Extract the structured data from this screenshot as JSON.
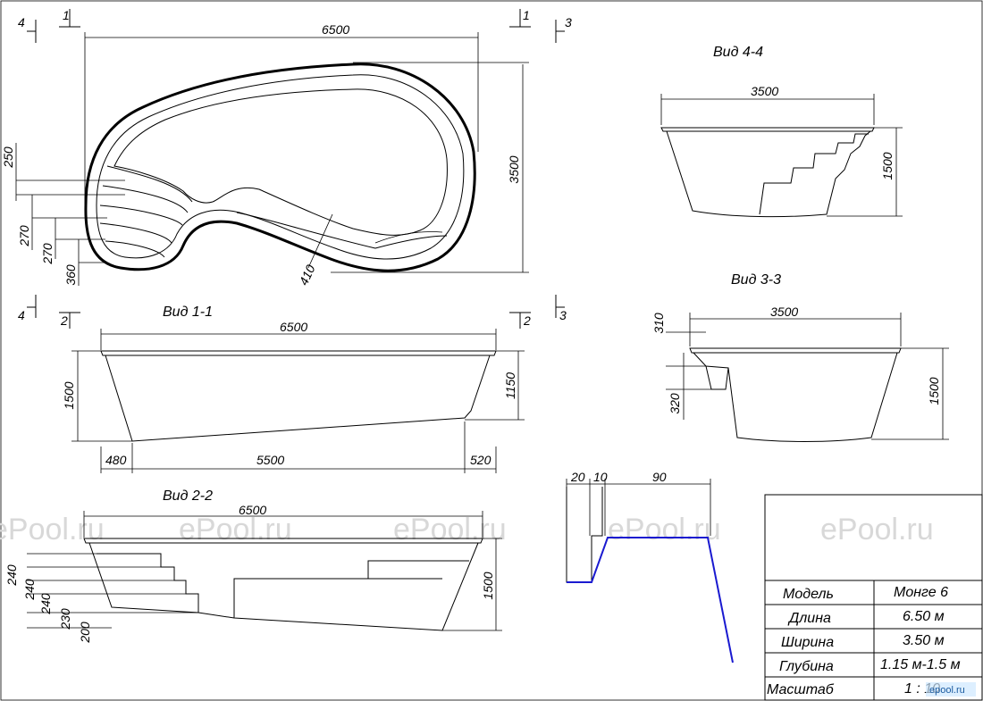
{
  "views": {
    "plan": {
      "section_markers": [
        "4",
        "1",
        "1",
        "3"
      ],
      "dims": {
        "length": "6500",
        "width": "3500",
        "d250": "250",
        "d270a": "270",
        "d270b": "270",
        "d360": "360",
        "d410": "410"
      }
    },
    "view44": {
      "title": "Вид 4-4",
      "width": "3500",
      "depth": "1500"
    },
    "view33": {
      "title": "Вид 3-3",
      "width": "3500",
      "d310": "310",
      "d320": "320",
      "depth": "1500"
    },
    "view11": {
      "title": "Вид 1-1",
      "length": "6500",
      "depth": "1500",
      "shallow": "1150",
      "d480": "480",
      "d5500": "5500",
      "d520": "520",
      "markers": [
        "4",
        "2",
        "2",
        "3"
      ]
    },
    "view22": {
      "title": "Вид 2-2",
      "length": "6500",
      "depth": "1500",
      "steps": [
        "240",
        "240",
        "240",
        "230",
        "200"
      ]
    },
    "edge_detail": {
      "d20": "20",
      "d10": "10",
      "d90": "90"
    }
  },
  "watermark": "ePool.ru",
  "corner_logo": "epool.ru",
  "title_block": {
    "rows": [
      {
        "label": "Модель",
        "value": "Монге 6"
      },
      {
        "label": "Длина",
        "value": "6.50 м"
      },
      {
        "label": "Ширина",
        "value": "3.50 м"
      },
      {
        "label": "Глубина",
        "value": "1.15 м-1.5 м"
      },
      {
        "label": "Масштаб",
        "value": "1 : 10"
      }
    ]
  }
}
